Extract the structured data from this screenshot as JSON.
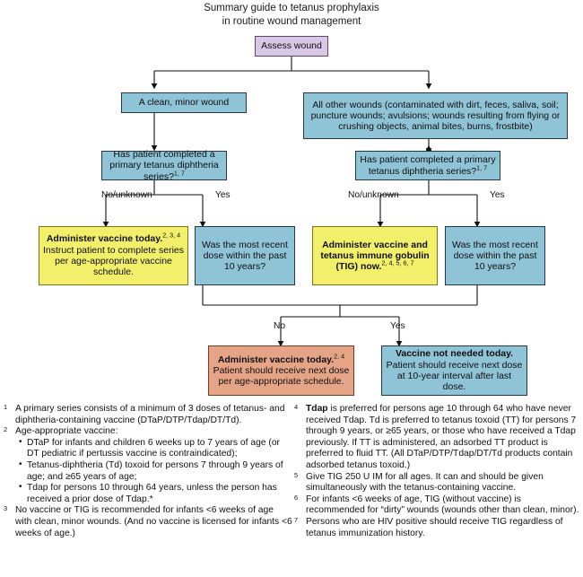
{
  "title": {
    "line1": "Summary guide to tetanus prophylaxis",
    "line2": "in routine wound management"
  },
  "colors": {
    "purple_fill": "#d9c7e6",
    "purple_border": "#5c4570",
    "blue_fill": "#8fc3d6",
    "blue_border": "#1f3a4c",
    "yellow_fill": "#f2ef6a",
    "yellow_border": "#7a7420",
    "orange_fill": "#e6a487",
    "orange_border": "#7a3a22",
    "background": "#ffffff",
    "text": "#111111"
  },
  "chart_data": {
    "type": "flowchart",
    "title": "Summary guide to tetanus prophylaxis in routine wound management",
    "nodes": [
      {
        "id": "assess",
        "label": "Assess wound",
        "color": "purple"
      },
      {
        "id": "clean",
        "label": "A clean, minor wound",
        "color": "blue"
      },
      {
        "id": "other",
        "label": "All other wounds (contaminated with dirt, feces, saliva, soil; puncture wounds; avulsions; wounds resulting from flying or crushing objects, animal bites, burns, frostbite)",
        "color": "blue"
      },
      {
        "id": "q-primary-l",
        "label": "Has patient completed a primary tetanus diphtheria series?",
        "sup": "1, 7",
        "color": "blue"
      },
      {
        "id": "q-primary-r",
        "label": "Has patient completed a primary tetanus diphtheria series?",
        "sup": "1, 7",
        "color": "blue"
      },
      {
        "id": "admin-left",
        "label": "Administer vaccine today.",
        "sup": "2, 3, 4",
        "body": "Instruct patient to complete series per age-appropriate vaccine schedule.",
        "color": "yellow"
      },
      {
        "id": "q-recent-l",
        "label": "Was the most recent dose within the past 10 years?",
        "color": "blue"
      },
      {
        "id": "admin-tig",
        "label": "Administer vaccine and tetanus immune gobulin (TIG) now.",
        "sup": "2, 4, 5, 6, 7",
        "color": "yellow"
      },
      {
        "id": "q-recent-r",
        "label": "Was the most recent dose within the past 10 years?",
        "color": "blue"
      },
      {
        "id": "admin-bottom",
        "label": "Administer vaccine today.",
        "sup": "2, 4",
        "body": "Patient should receive next dose per age-appropriate schedule.",
        "color": "orange"
      },
      {
        "id": "not-needed",
        "label": "Vaccine not needed today.",
        "body": "Patient should receive next dose at 10-year interval after last dose.",
        "color": "blue"
      }
    ],
    "edges": [
      {
        "from": "assess",
        "to": "clean",
        "label": ""
      },
      {
        "from": "assess",
        "to": "other",
        "label": ""
      },
      {
        "from": "clean",
        "to": "q-primary-l",
        "label": ""
      },
      {
        "from": "other",
        "to": "q-primary-r",
        "label": ""
      },
      {
        "from": "q-primary-l",
        "to": "admin-left",
        "label": "No/unknown"
      },
      {
        "from": "q-primary-l",
        "to": "q-recent-l",
        "label": "Yes"
      },
      {
        "from": "q-primary-r",
        "to": "admin-tig",
        "label": "No/unknown"
      },
      {
        "from": "q-primary-r",
        "to": "q-recent-r",
        "label": "Yes"
      },
      {
        "from": "q-recent-l",
        "to": "admin-bottom",
        "label": "No"
      },
      {
        "from": "q-recent-r",
        "to": "not-needed",
        "label": "Yes"
      }
    ]
  },
  "nodes": {
    "assess": {
      "label": "Assess wound"
    },
    "clean": {
      "label": "A clean, minor wound"
    },
    "other": {
      "label": "All other wounds (contaminated with dirt, feces, saliva, soil; puncture wounds; avulsions; wounds resulting from flying or crushing objects, animal bites, burns, frostbite)"
    },
    "q_primary_left": {
      "label": "Has patient completed a primary tetanus diphtheria series?",
      "sup": "1, 7"
    },
    "q_primary_right": {
      "label": "Has patient completed a primary tetanus diphtheria series?",
      "sup": "1, 7"
    },
    "admin_left": {
      "heading": "Administer vaccine today.",
      "sup": "2, 3, 4",
      "body": "Instruct patient to complete series per age-appropriate vaccine schedule."
    },
    "q_recent_left": {
      "label": "Was the most recent dose within the past 10 years?"
    },
    "admin_tig": {
      "heading": "Administer vaccine and tetanus immune gobulin (TIG) now.",
      "sup": "2, 4, 5, 6, 7"
    },
    "q_recent_right": {
      "label": "Was the most recent dose within the past 10 years?"
    },
    "admin_bottom": {
      "heading": "Administer vaccine today.",
      "sup": "2, 4",
      "body": "Patient should receive next dose per age-appropriate schedule."
    },
    "not_needed": {
      "heading": "Vaccine not needed today.",
      "body": "Patient should receive next dose at 10-year interval after last dose."
    }
  },
  "edge_labels": {
    "left_no_unknown": "No/unknown",
    "left_yes": "Yes",
    "right_no_unknown": "No/unknown",
    "right_yes": "Yes",
    "bottom_no": "No",
    "bottom_yes": "Yes"
  },
  "footnotes": {
    "left": [
      {
        "marker": "1",
        "text": "A primary series consists of a minimum of 3 doses of tetanus- and diphtheria-containing vaccine (DTaP/DTP/Tdap/DT/Td)."
      },
      {
        "marker": "2",
        "text": "Age-appropriate vaccine:",
        "bullets": [
          "DTaP for infants and children 6 weeks up to 7 years of age (or DT pediatric if pertussis vaccine is contraindicated);",
          "Tetanus-diphtheria (Td) toxoid for persons 7 through 9 years of age; and ≥65 years of age;",
          "Tdap for persons 10 through 64 years, unless the person has received a prior dose of Tdap.*"
        ]
      },
      {
        "marker": "3",
        "text": "No vaccine or TIG is recommended for infants <6 weeks of age with clean, minor wounds. (And no vaccine is licensed for infants <6 weeks of age.)"
      }
    ],
    "right": [
      {
        "marker": "4",
        "bold_lead": "Tdap",
        "text": " is preferred for persons age 10 through 64 who have never received Tdap. Td is preferred to tetanus toxoid (TT) for persons 7 through 9 years, or ≥65 years, or those who have received a Tdap previously. If TT is administered, an adsorbed TT product is preferred to fluid TT. (All DTaP/DTP/Tdap/DT/Td products contain adsorbed tetanus toxoid.)"
      },
      {
        "marker": "5",
        "text": "Give TIG 250 U IM for all ages. It can and should be given simultaneously with the tetanus-containing vaccine."
      },
      {
        "marker": "6",
        "text": "For infants <6 weeks of age, TIG (without vaccine) is recommended for “dirty” wounds (wounds other than clean, minor)."
      },
      {
        "marker": "7",
        "text": "Persons who are HIV positive should receive TIG regardless of tetanus immunization history."
      }
    ]
  }
}
